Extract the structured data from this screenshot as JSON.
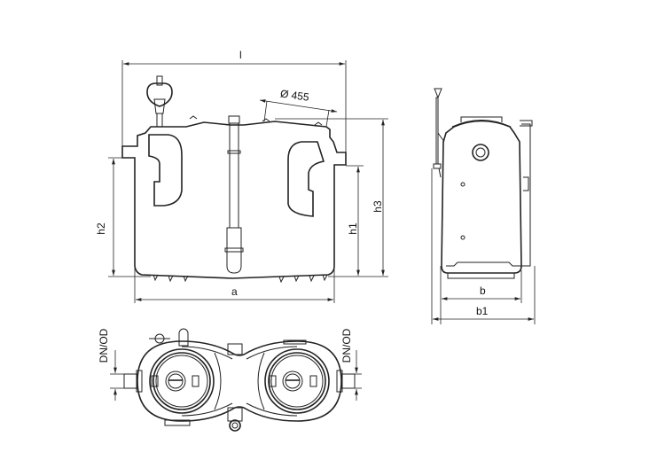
{
  "drawing": {
    "front_view": {
      "dimensions": {
        "length": "l",
        "diameter": "Ø 455",
        "height_2": "h2",
        "height_1": "h1",
        "height_3": "h3",
        "width_a": "a"
      }
    },
    "side_view": {
      "dimensions": {
        "width_b": "b",
        "width_b1": "b1"
      }
    },
    "top_view": {
      "dimensions": {
        "inlet": "DN/OD",
        "outlet": "DN/OD"
      }
    },
    "colors": {
      "line": "#222222",
      "background": "#ffffff"
    }
  }
}
